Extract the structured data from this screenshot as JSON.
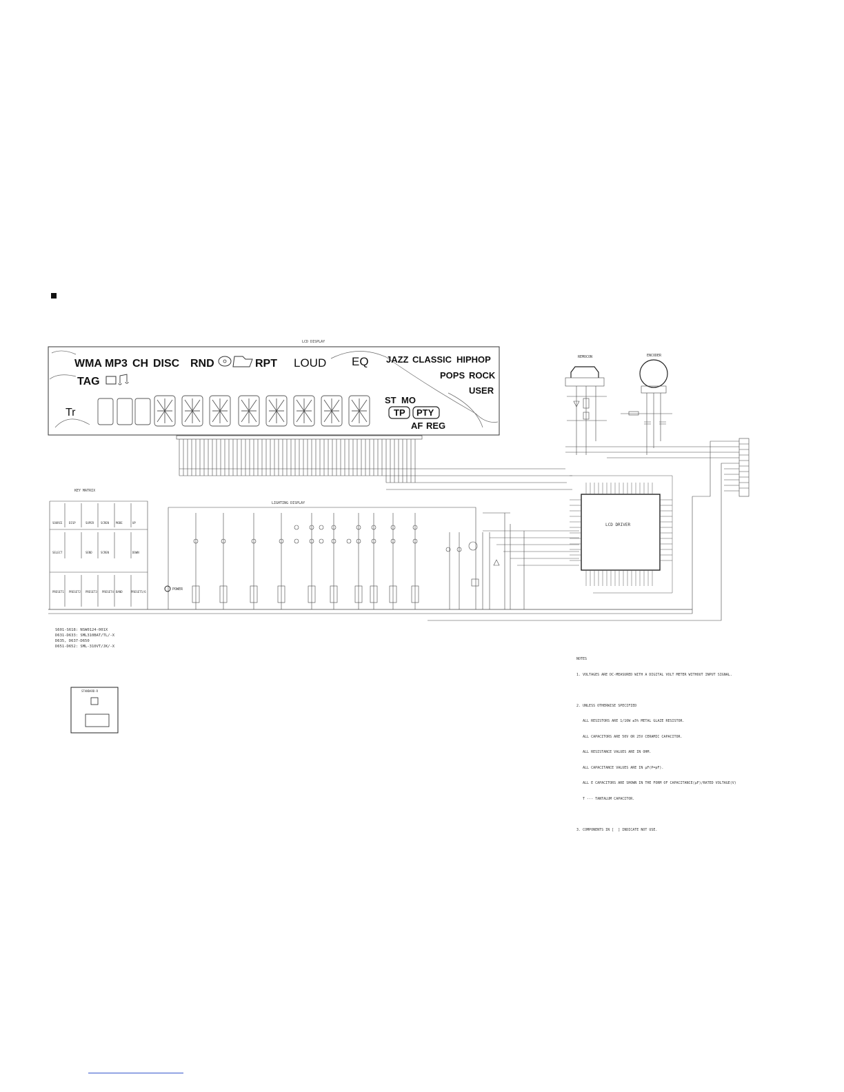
{
  "diagram": {
    "lcd_display_title": "LCD DISPLAY",
    "lcd_segments": {
      "row1": [
        "WMA",
        "MP3",
        "CH",
        "DISC",
        "RND",
        "RPT",
        "LOUD"
      ],
      "eq": "EQ",
      "eq_modes_row1": [
        "JAZZ",
        "CLASSIC",
        "HIPHOP"
      ],
      "eq_modes_row2": [
        "POPS",
        "ROCK"
      ],
      "eq_modes_row3": [
        "USER"
      ],
      "tag": "TAG",
      "track": "Tr",
      "rds_row1": [
        "ST",
        "MO"
      ],
      "rds_boxed": [
        "TP",
        "PTY"
      ],
      "rds_row3": [
        "AF",
        "REG"
      ]
    },
    "key_matrix_title": "KEY MATRIX",
    "key_matrix_rows": [
      [
        "SOURCE",
        "DISP",
        "SUPER",
        "SCREN",
        "MODE",
        "UP"
      ],
      [
        "SELECT",
        "",
        "SEND",
        "SCREN",
        "",
        "DOWN"
      ],
      [
        "PRESET1",
        "PRESET2",
        "PRESET3",
        "PRESET4",
        "BAND",
        "PRESET5/6"
      ]
    ],
    "lighting_display_title": "LIGHTING DISPLAY",
    "power_label": "POWER",
    "lcd_driver_label": "LCD DRIVER",
    "remocon_label": "REMOCON",
    "encoder_label": "ENCODER",
    "legend_lines": [
      "S601-S618: NSW0124-001X",
      "D631-D633: SML310BAT/TL/-X",
      "D635, D637-D650",
      "D651-D652: SML-310VT/JK/-X"
    ],
    "symbol_box_label": "STANDARD-R",
    "notes_title": "NOTES",
    "notes": [
      "1. VOLTAGES ARE DC-MEASURED WITH A DIGITAL VOLT METER WITHOUT INPUT SIGNAL.",
      "",
      "2. UNLESS OTHERWISE SPECIFIED",
      "   ALL RESISTORS ARE 1/16W ±5% METAL GLAZE RESISTOR.",
      "   ALL CAPACITORS ARE 50V OR 25V CERAMIC CAPACITOR.",
      "   ALL RESISTANCE VALUES ARE IN OHM.",
      "   ALL CAPACITANCE VALUES ARE IN µF(P=pF).",
      "   ALL E CAPACITORS ARE SHOWN IN THE FORM OF CAPACITANCE(µF)/RATED VOLTAGE(V)",
      "   T --- TANTALUM CAPACITOR.",
      "",
      "3. COMPONENTS IN [  ] INDICATE NOT USE."
    ]
  }
}
